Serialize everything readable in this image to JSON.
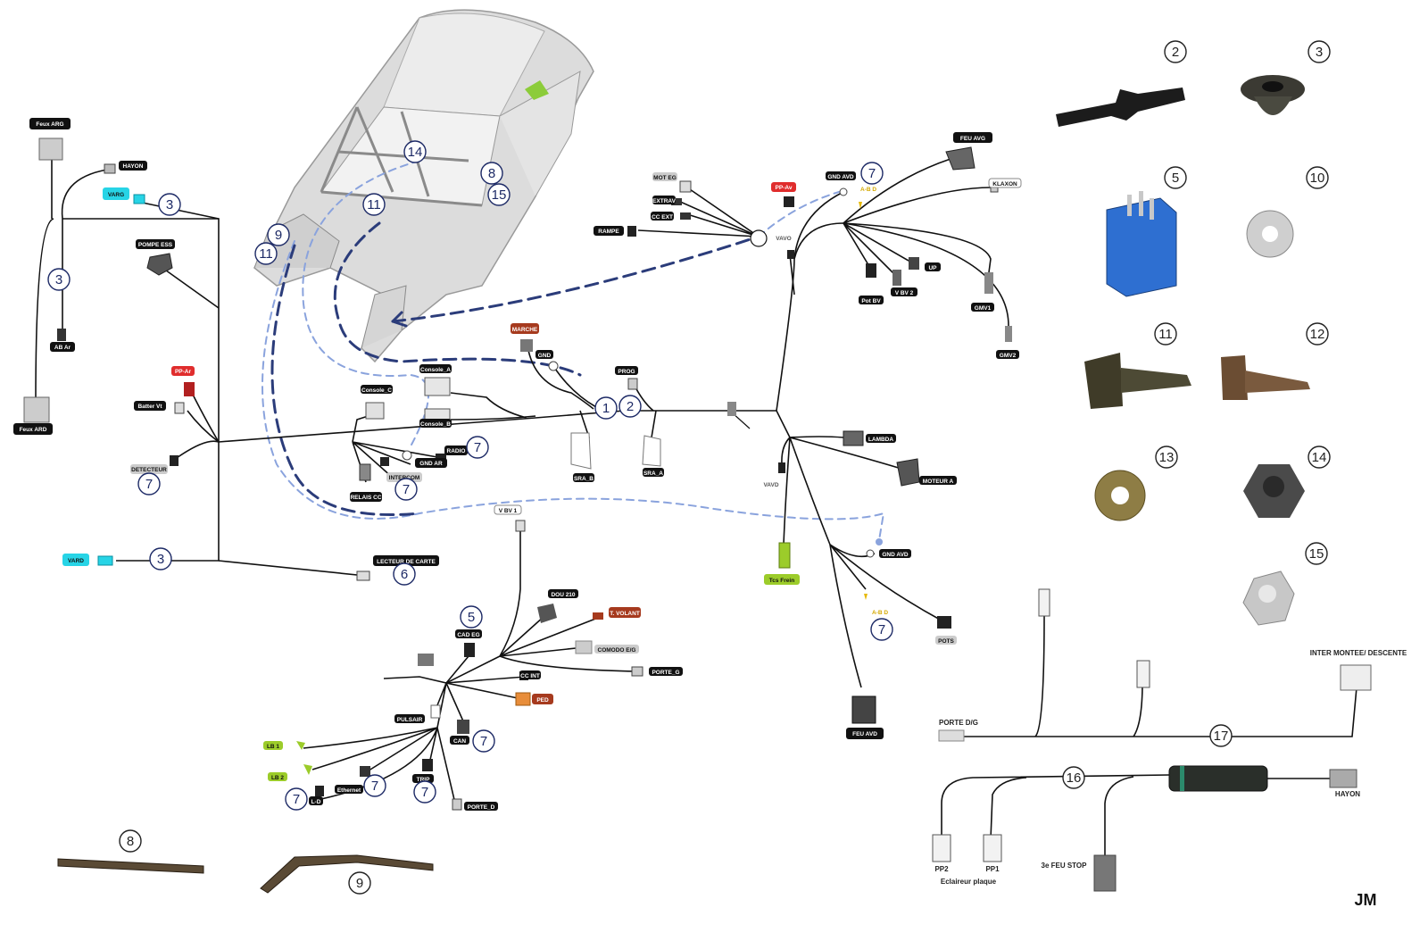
{
  "colors": {
    "wire": "#111111",
    "blue_dash": "#8aa3dd",
    "navy_dash": "#2b3c7a",
    "cyan": "#27d4e6",
    "red": "#e02d2d",
    "brown": "#a63a1e",
    "lime": "#9ccc2a",
    "grey": "#bdbdbd",
    "black": "#111111"
  },
  "labels": {
    "feux_arg_top": "Feux ARG",
    "feux_arg_bottom": "Feux ARD",
    "hayon_left": "HAYON",
    "varg": "VARG",
    "ab_ar": "AB Ar",
    "pompe_ess": "POMPE ESS",
    "pp_ar": "PP-Ar",
    "batter_vi": "Batter Vt",
    "detecteur": "DETECTEUR",
    "vard": "VARD",
    "lecteur": "LECTEUR DE CARTE",
    "console_a": "Console_A",
    "console_c": "Console_C",
    "console_b": "Console_B",
    "radio": "RADIO",
    "gnd_ar": "GND AR",
    "intercom": "INTERCOM",
    "relais_cc": "RELAIS CC",
    "gnd_mid": "GND",
    "prog": "PROG",
    "sra_b": "SRA_B",
    "sra_a": "SRA_A",
    "marche": "MARCHE",
    "mot_eg": "MOT EG",
    "extrav": "EXTRAV",
    "cc_ext": "CC EXT",
    "rampe": "RAMPE",
    "pp_av": "PP-Av",
    "gnd_avd_top": "GND AVD",
    "a_b_d_top": "A-B D",
    "vavo": "VAVO",
    "feu_avg": "FEU AVG",
    "klaxon": "KLAXON",
    "up": "UP",
    "pot_bv": "Pot BV",
    "vbv2": "V BV 2",
    "gmv1": "GMV1",
    "gmv2": "GMV2",
    "lambda": "LAMBDA",
    "moteur_a": "MOTEUR A",
    "vavd": "VAVD",
    "tcs_frein": "Tcs Frein",
    "gnd_avd_bot": "GND AVD",
    "a_b_d_bot": "A-B D",
    "pot_bot": "POTS",
    "feu_avd": "FEU AVD",
    "vbv1": "V BV 1",
    "cad_eg": "CAD EG",
    "dou210": "DOU 210",
    "t_volant": "T. VOLANT",
    "comodo": "COMODO E/G",
    "porte_g": "PORTE_G",
    "cc_int": "CC INT",
    "ped": "PED",
    "pulsair": "PULSAIR",
    "can": "CAN",
    "lb1": "LB 1",
    "lb2": "LB 2",
    "ethernet": "Ethernet",
    "trip": "TRIP",
    "l_d": "L-D",
    "porte_d": "PORTE_D",
    "porte_dg": "PORTE D/G",
    "inter_monter": "INTER MONTEE/ DESCENTE",
    "hayon_right": "HAYON",
    "pp2": "PP2",
    "pp1": "PP1",
    "eclaireur": "Eclaireur plaque",
    "feu_stop": "3e FEU STOP",
    "signature": "JM"
  },
  "callouts": {
    "n1": "1",
    "n2": "2",
    "n3": "3",
    "n5": "5",
    "n6": "6",
    "n7": "7",
    "n8": "8",
    "n9": "9",
    "n10": "10",
    "n11": "11",
    "n12": "12",
    "n13": "13",
    "n14": "14",
    "n15": "15",
    "n16": "16",
    "n17": "17"
  }
}
